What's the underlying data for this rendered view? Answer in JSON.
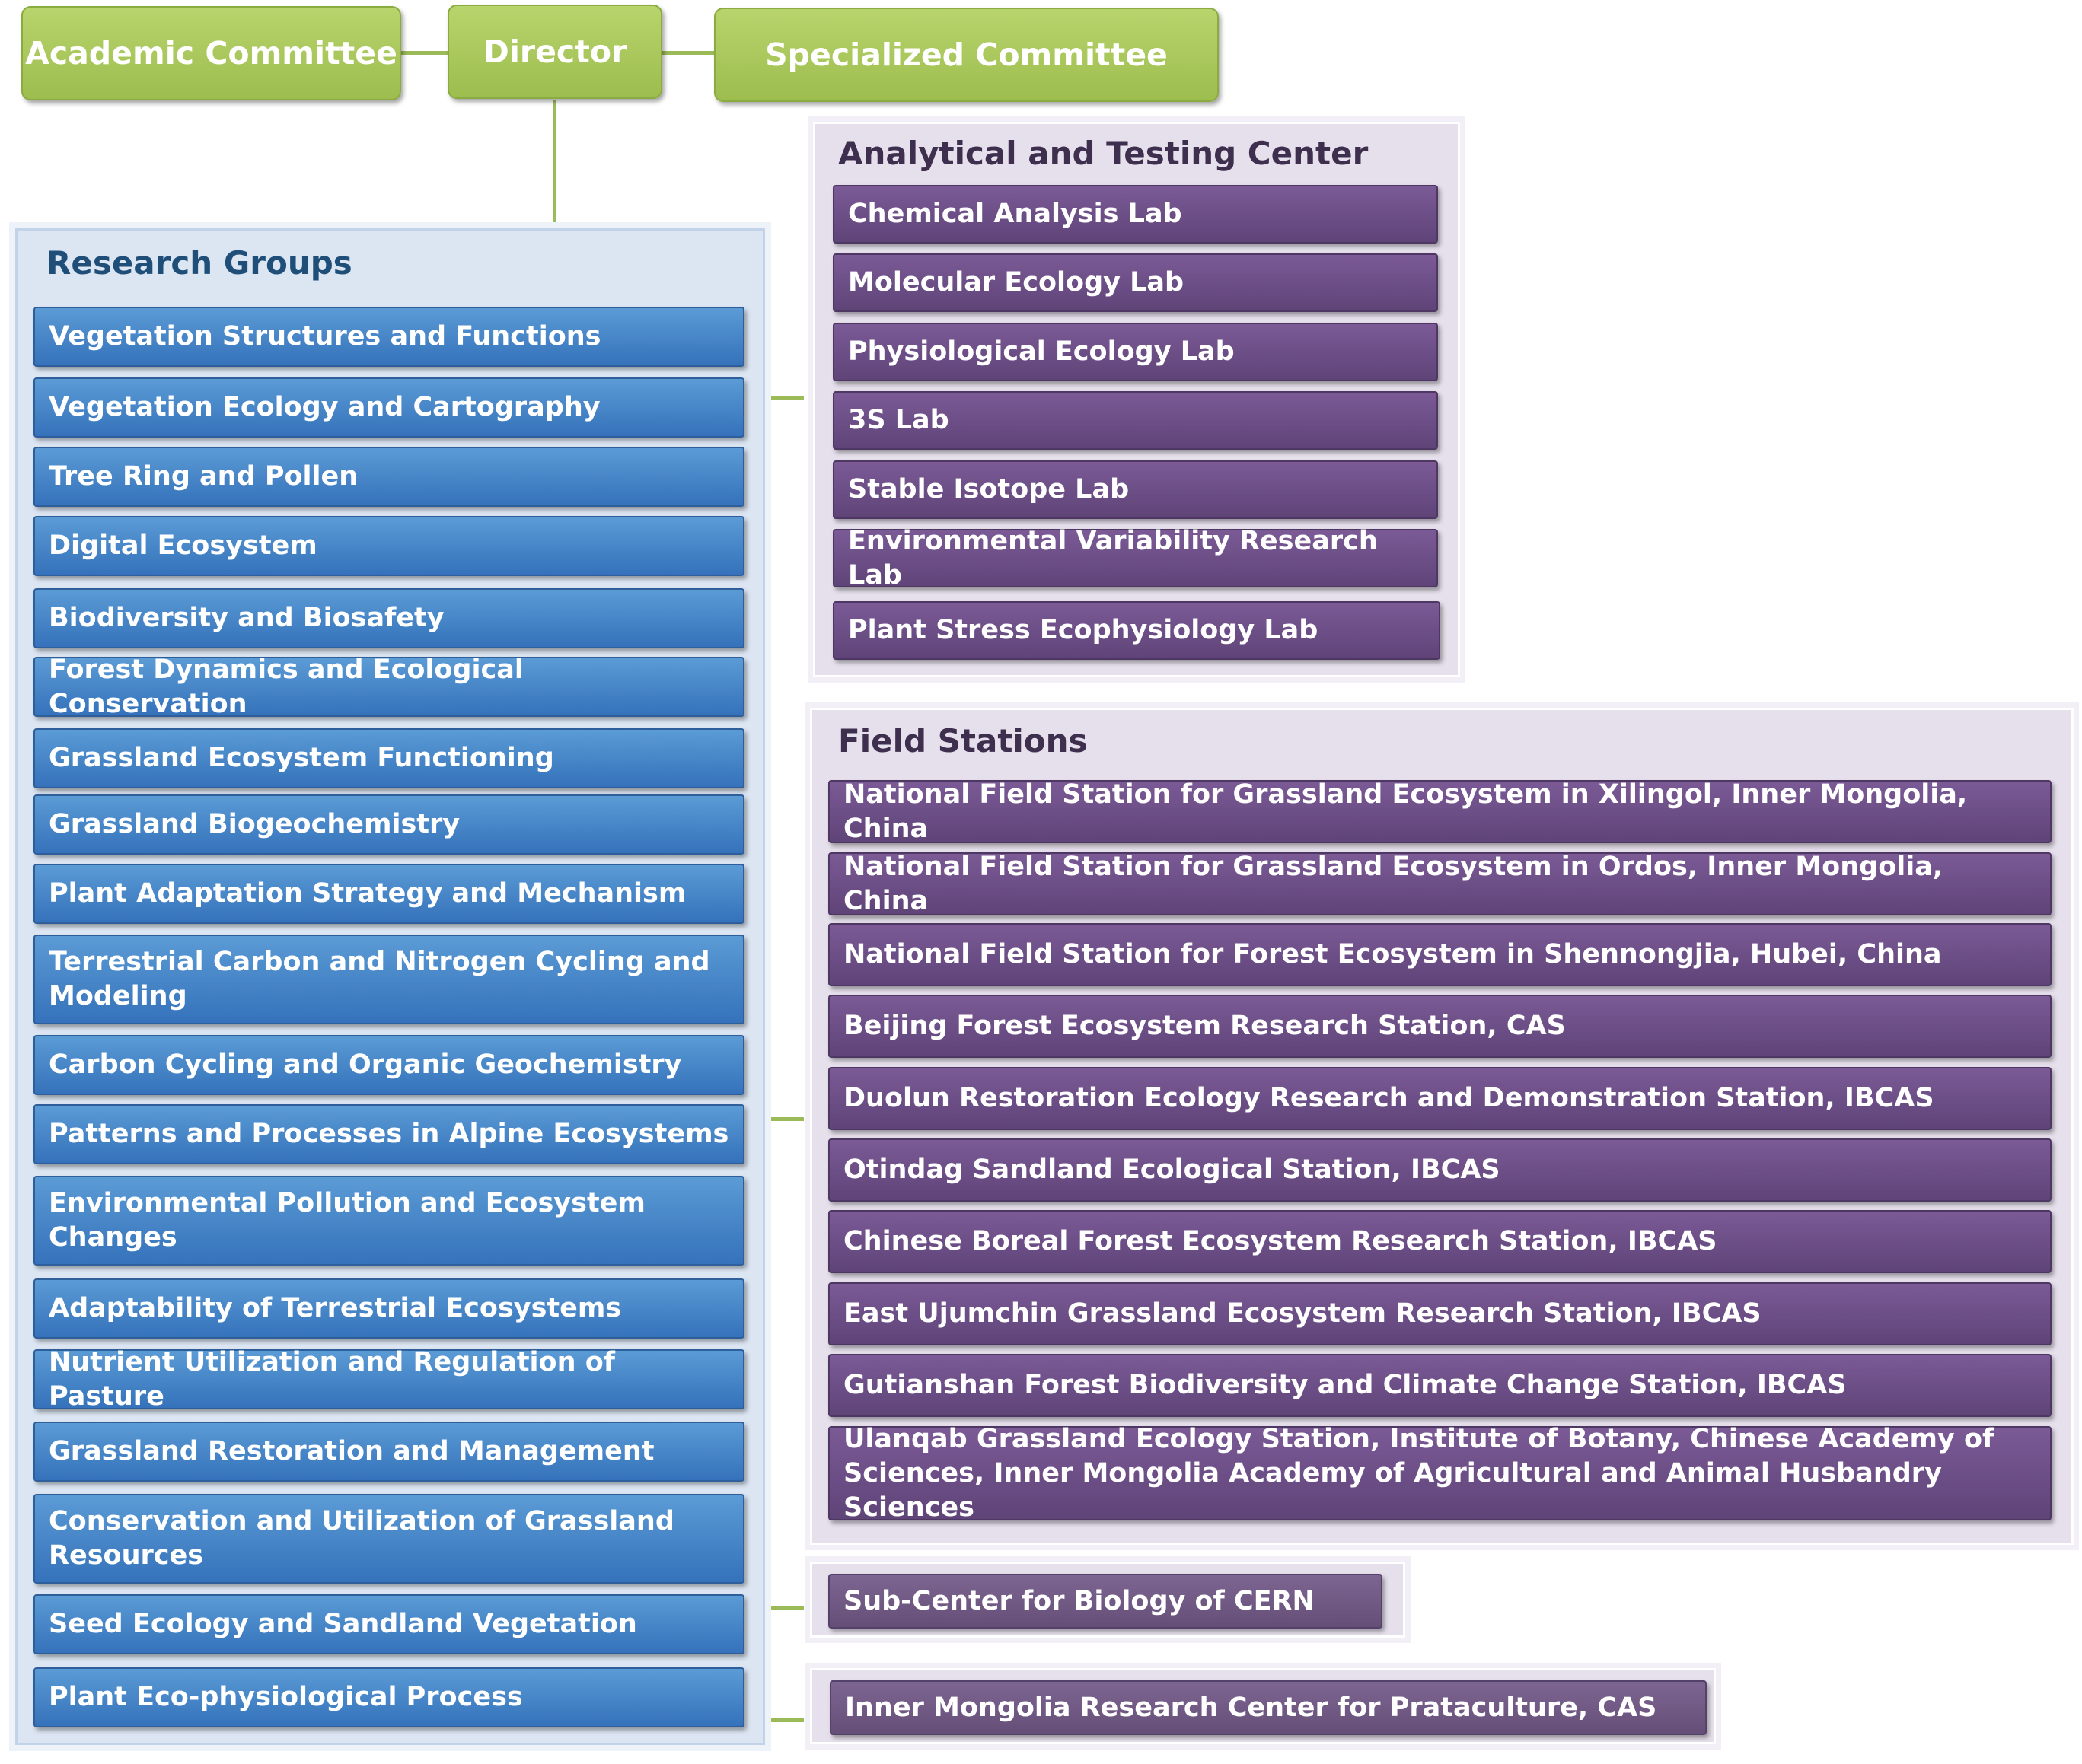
{
  "top": {
    "academic_committee": "Academic Committee",
    "director": "Director",
    "specialized_committee": "Specialized Committee"
  },
  "research_groups": {
    "title": "Research Groups",
    "items": [
      "Vegetation Structures and Functions",
      "Vegetation Ecology and Cartography",
      "Tree Ring and Pollen",
      "Digital Ecosystem",
      "Biodiversity and Biosafety",
      "Forest Dynamics and Ecological Conservation",
      "Grassland Ecosystem Functioning",
      "Grassland Biogeochemistry",
      "Plant Adaptation Strategy and Mechanism",
      "Terrestrial Carbon and Nitrogen Cycling and Modeling",
      "Carbon Cycling and Organic Geochemistry",
      "Patterns and Processes in Alpine Ecosystems",
      "Environmental Pollution and Ecosystem Changes",
      "Adaptability of Terrestrial Ecosystems",
      "Nutrient Utilization and Regulation of Pasture",
      "Grassland Restoration and Management",
      "Conservation and Utilization of Grassland Resources",
      "Seed Ecology and Sandland Vegetation",
      "Plant Eco-physiological Process"
    ]
  },
  "analytical_center": {
    "title": "Analytical and Testing Center",
    "items": [
      "Chemical Analysis Lab",
      "Molecular Ecology Lab",
      "Physiological Ecology Lab",
      "3S Lab",
      "Stable Isotope Lab",
      "Environmental Variability Research Lab",
      "Plant Stress Ecophysiology Lab"
    ]
  },
  "field_stations": {
    "title": "Field Stations",
    "items": [
      "National Field Station for Grassland Ecosystem in Xilingol, Inner Mongolia, China",
      "National Field Station for Grassland Ecosystem in Ordos, Inner Mongolia, China",
      "National Field Station for Forest Ecosystem in Shennongjia, Hubei, China",
      "Beijing Forest Ecosystem Research Station, CAS",
      "Duolun Restoration Ecology Research and Demonstration Station, IBCAS",
      "Otindag Sandland Ecological Station, IBCAS",
      "Chinese Boreal Forest Ecosystem Research Station, IBCAS",
      "East Ujumchin Grassland Ecosystem Research Station, IBCAS",
      "Gutianshan Forest Biodiversity and Climate Change Station, IBCAS",
      "Ulanqab Grassland Ecology Station, Institute of Botany, Chinese Academy of Sciences,  Inner Mongolia Academy of Agricultural and Animal Husbandry Sciences"
    ]
  },
  "sub_center": "Sub-Center for Biology of CERN",
  "inner_mongolia_center": "Inner Mongolia Research Center for Prataculture, CAS"
}
